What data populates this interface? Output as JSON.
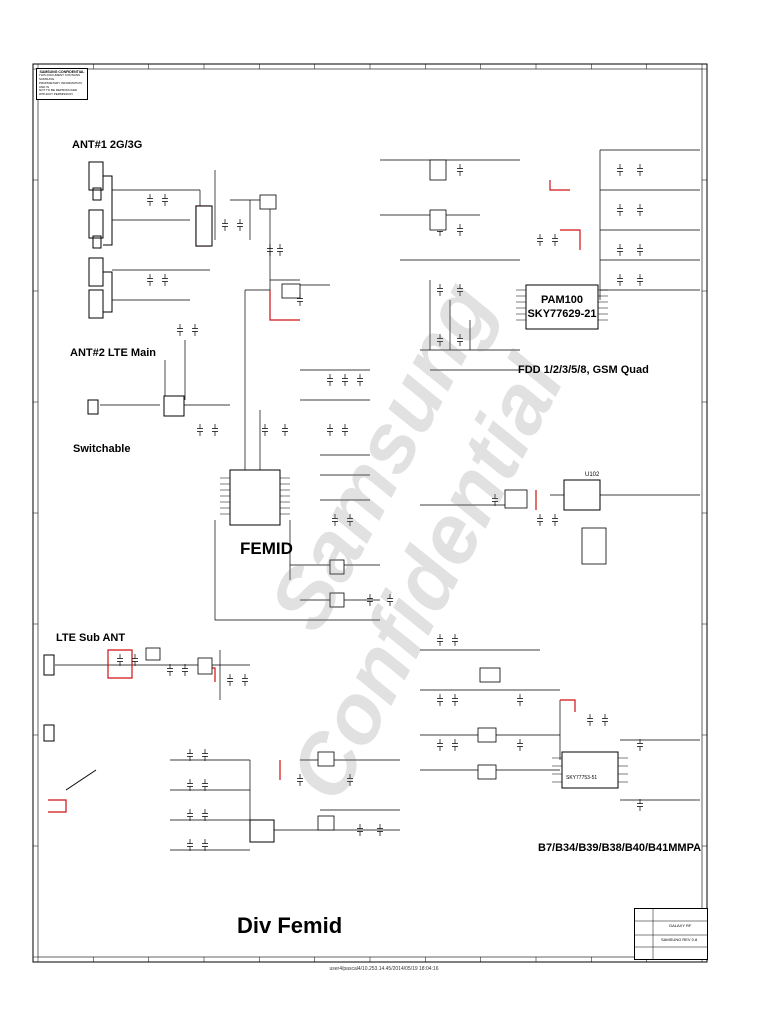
{
  "confidential_box": {
    "title": "SAMSUNG CONFIDENTIAL",
    "lines": [
      "THIS DOCUMENT CONTAINS SAMSUNG",
      "PROPRIETARY INFORMATION AND IS",
      "NOT TO BE REPRODUCED",
      "WITHOUT PERMISSION"
    ]
  },
  "watermark": {
    "line1": "Samsung",
    "line2": "Confidential"
  },
  "blocks": {
    "ant1": "ANT#1 2G/3G",
    "ant2": "ANT#2 LTE Main",
    "switchable": "Switchable",
    "femid": "FEMID",
    "pam100_name": "PAM100",
    "pam100_part": "SKY77629-21",
    "fdd": "FDD 1/2/3/5/8, GSM Quad",
    "lte_sub": "LTE Sub ANT",
    "b7_mmpa": "B7/B34/B39/B38/B40/B41MMPA",
    "div_femid": "Div Femid",
    "u102": "U102",
    "sky77753": "SKY77753-51"
  },
  "title_block": {
    "row1": "GALAXY RF",
    "row2": "SAMSUNG REV 0.8"
  },
  "footer": "user4/pascal4/10.253.14.45/2014/05/19 18:04:16"
}
